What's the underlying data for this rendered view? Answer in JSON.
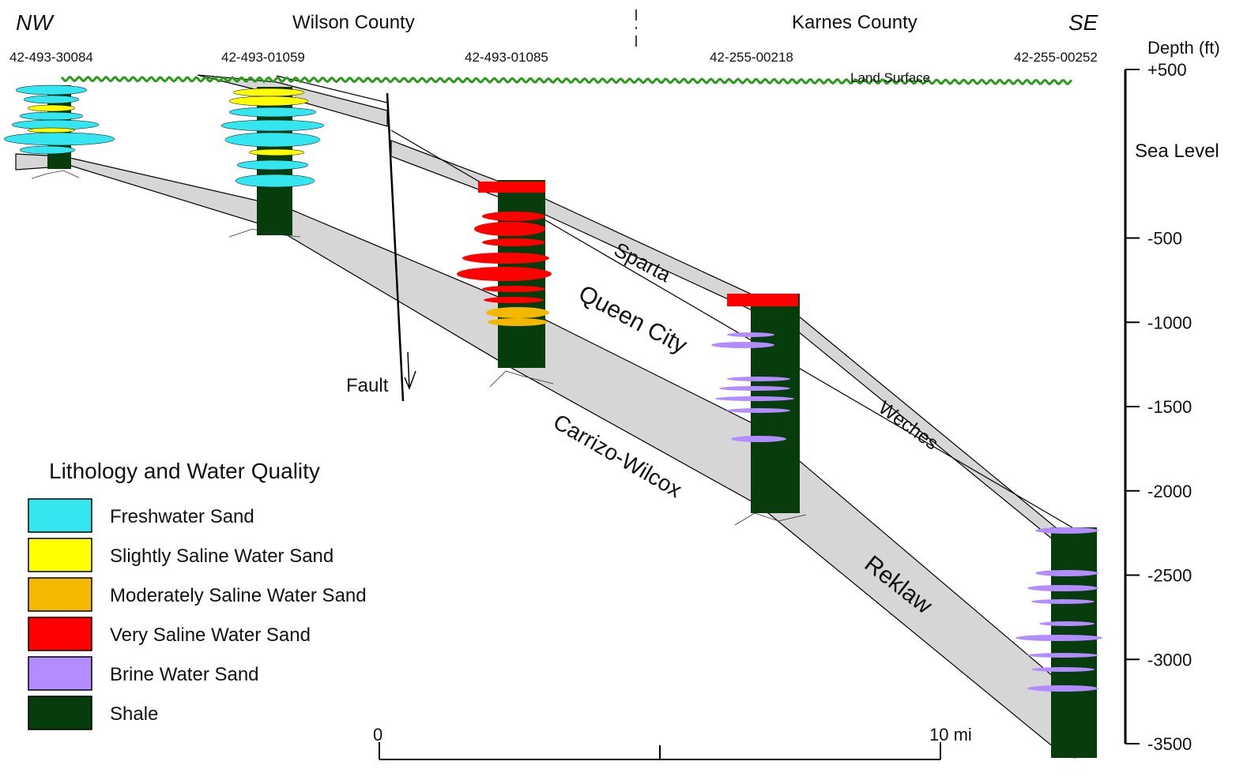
{
  "header": {
    "direction_left": "NW",
    "direction_right": "SE",
    "county_left": "Wilson County",
    "county_right": "Karnes County"
  },
  "wells": [
    {
      "id": "42-493-30084"
    },
    {
      "id": "42-493-01059"
    },
    {
      "id": "42-493-01085"
    },
    {
      "id": "42-255-00218"
    },
    {
      "id": "42-255-00252"
    }
  ],
  "depth_axis": {
    "title": "Depth (ft)",
    "sea_level_label": "Sea Level",
    "ticks": [
      "+500",
      "-500",
      "-1000",
      "-1500",
      "-2000",
      "-2500",
      "-3000",
      "-3500"
    ]
  },
  "labels": {
    "land_surface": "Land Surface",
    "fault": "Fault",
    "sparta": "Sparta",
    "queen_city": "Queen City",
    "weches": "Weches",
    "carrizo_wilcox": "Carrizo-Wilcox",
    "reklaw": "Reklaw"
  },
  "scale_bar": {
    "start": "0",
    "end": "10 mi"
  },
  "legend": {
    "title": "Lithology and Water Quality",
    "items": [
      {
        "label": "Freshwater Sand",
        "color": "#33e6ef"
      },
      {
        "label": "Slightly Saline Water Sand",
        "color": "#ffff00"
      },
      {
        "label": "Moderately Saline Water Sand",
        "color": "#f5b800"
      },
      {
        "label": "Very Saline Water Sand",
        "color": "#ff0000"
      },
      {
        "label": "Brine Water Sand",
        "color": "#b38cff"
      },
      {
        "label": "Shale",
        "color": "#073d0c"
      }
    ]
  },
  "colors": {
    "land_surface": "#2a9a1a",
    "unit_fill": "#d6d6d6",
    "shale": "#073d0c"
  }
}
